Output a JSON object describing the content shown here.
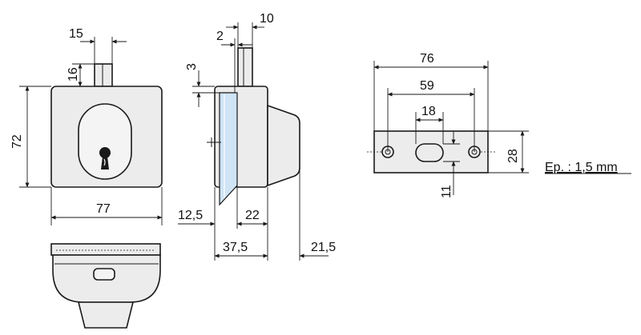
{
  "front_view": {
    "dim_width": "77",
    "dim_height": "72",
    "dim_bolt_width": "15",
    "dim_bolt_height": "16"
  },
  "side_view": {
    "dim_top_right": "10",
    "dim_top_left": "2",
    "dim_glass_gap": "3",
    "dim_left_bottom": "12,5",
    "dim_body_depth": "22",
    "dim_total_depth": "37,5",
    "dim_cylinder": "21,5"
  },
  "strike_plate": {
    "dim_length": "76",
    "dim_hole_spacing": "59",
    "dim_slot_width": "18",
    "dim_height": "28",
    "dim_slot_height": "11",
    "thickness_note": "Ep. : 1,5 mm"
  }
}
